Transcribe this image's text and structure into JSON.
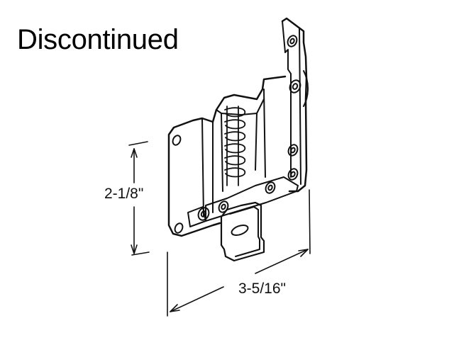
{
  "status_label": "Discontinued",
  "dimensions": {
    "height": "2-1/8\"",
    "width": "3-5/16\""
  },
  "colors": {
    "ink": "#111111",
    "background": "#ffffff"
  }
}
